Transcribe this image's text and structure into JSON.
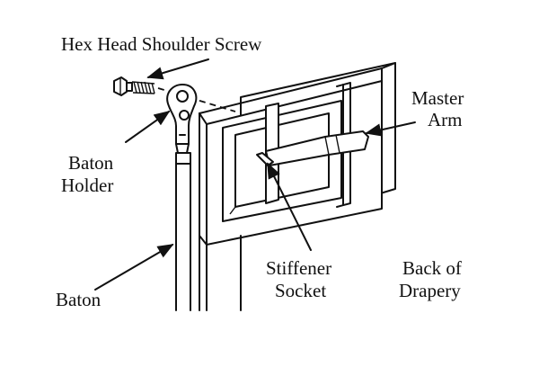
{
  "diagram": {
    "labels": {
      "hex_head_screw": "Hex Head Shoulder Screw",
      "master_arm_line1": "Master",
      "master_arm_line2": "Arm",
      "baton_holder_line1": "Baton",
      "baton_holder_line2": "Holder",
      "baton": "Baton",
      "stiffener_line1": "Stiffener",
      "stiffener_line2": "Socket",
      "back_line1": "Back of",
      "back_line2": "Drapery"
    },
    "colors": {
      "ink": "#111111",
      "background": "#ffffff"
    },
    "icons": {
      "screw": "hex-screw-icon",
      "holder": "baton-holder-icon",
      "arm": "master-arm-icon"
    }
  }
}
